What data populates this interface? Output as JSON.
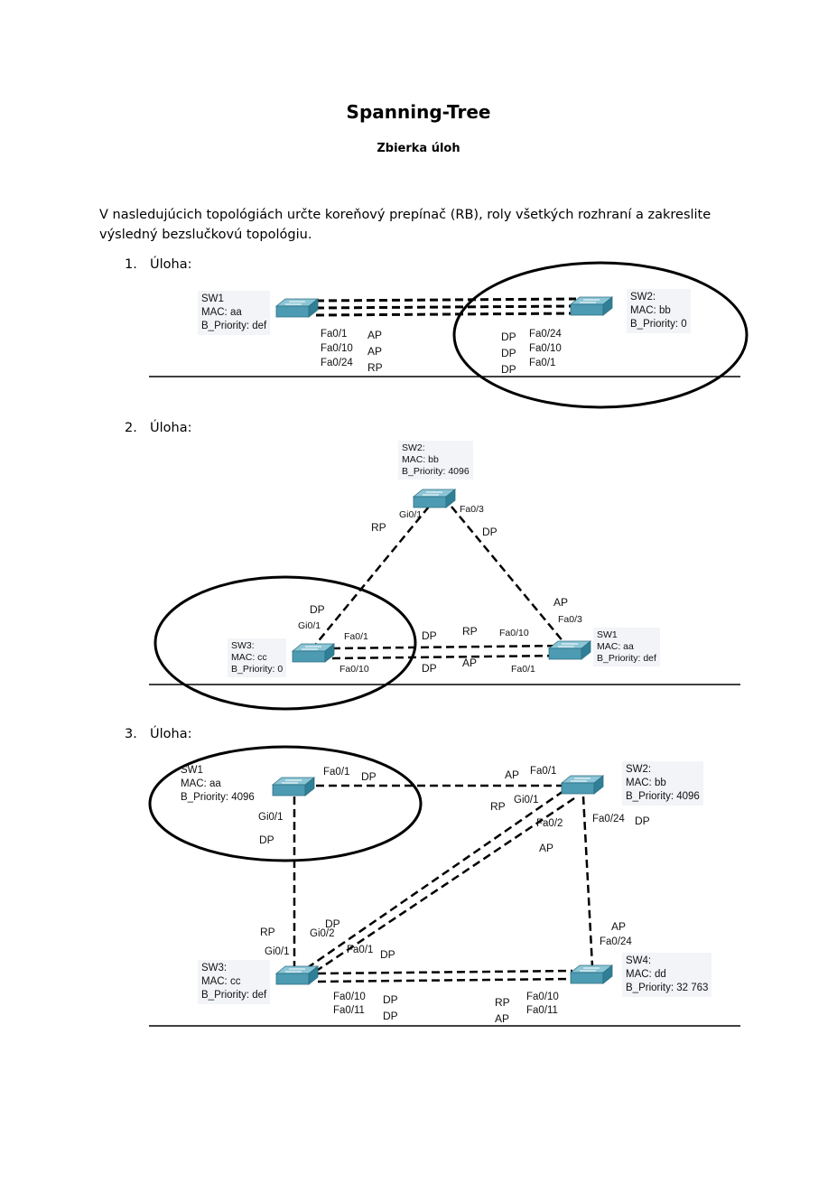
{
  "title": "Spanning-Tree",
  "subtitle": "Zbierka úloh",
  "intro": "V nasledujúcich topológiách určte koreňový prepínač (RB), roly všetkých rozhraní a zakreslite výsledný bezslučkovú topológiu.",
  "tasks": [
    {
      "number": "1.",
      "label": "Úloha:",
      "switches": {
        "sw1": {
          "name": "SW1",
          "mac": "MAC: aa",
          "priority": "B_Priority: def"
        },
        "sw2": {
          "name": "SW2:",
          "mac": "MAC: bb",
          "priority": "B_Priority: 0"
        }
      },
      "ports_left": [
        "Fa0/1",
        "Fa0/10",
        "Fa0/24"
      ],
      "roles_left": [
        "AP",
        "AP",
        "RP"
      ],
      "ports_right": [
        "Fa0/24",
        "Fa0/10",
        "Fa0/1"
      ],
      "roles_right": [
        "DP",
        "DP",
        "DP"
      ]
    },
    {
      "number": "2.",
      "label": "Úloha:",
      "switches": {
        "sw2": {
          "name": "SW2:",
          "mac": "MAC: bb",
          "priority": "B_Priority: 4096"
        },
        "sw3": {
          "name": "SW3:",
          "mac": "MAC: cc",
          "priority": "B_Priority: 0"
        },
        "sw1": {
          "name": "SW1",
          "mac": "MAC: aa",
          "priority": "B_Priority: def"
        }
      },
      "labels": {
        "sw2_gi01": "Gi0/1",
        "sw2_gi01_role": "RP",
        "sw2_fa03": "Fa0/3",
        "sw2_fa03_role": "DP",
        "sw3_gi01": "Gi0/1",
        "sw3_gi01_role": "DP",
        "sw3_fa01": "Fa0/1",
        "sw3_fa01_role": "DP",
        "sw3_fa010": "Fa0/10",
        "sw3_fa010_role": "DP",
        "sw1_fa03": "Fa0/3",
        "sw1_fa03_role": "AP",
        "sw1_fa010": "Fa0/10",
        "sw1_fa010_role": "RP",
        "sw1_fa01": "Fa0/1",
        "sw1_fa01_role": "AP"
      }
    },
    {
      "number": "3.",
      "label": "Úloha:",
      "switches": {
        "sw1": {
          "name": "SW1",
          "mac": "MAC: aa",
          "priority": "B_Priority: 4096"
        },
        "sw2": {
          "name": "SW2:",
          "mac": "MAC: bb",
          "priority": "B_Priority: 4096"
        },
        "sw3": {
          "name": "SW3:",
          "mac": "MAC: cc",
          "priority": "B_Priority: def"
        },
        "sw4": {
          "name": "SW4:",
          "mac": "MAC: dd",
          "priority": "B_Priority: 32 763"
        }
      },
      "labels": {
        "sw1_fa01": "Fa0/1",
        "sw1_fa01_role": "DP",
        "sw1_gi01": "Gi0/1",
        "sw1_gi01_role": "DP",
        "sw2_fa01": "Fa0/1",
        "sw2_fa01_role": "AP",
        "sw2_gi01": "Gi0/1",
        "sw2_gi01_role": "RP",
        "sw2_fa02": "Fa0/2",
        "sw2_fa02_role": "AP",
        "sw2_fa024": "Fa0/24",
        "sw2_fa024_role": "DP",
        "sw3_gi01": "Gi0/1",
        "sw3_gi01_role": "RP",
        "sw3_gi02": "Gi0/2",
        "sw3_gi02_role": "DP",
        "sw3_fa01": "Fa0/1",
        "sw3_fa01_role": "DP",
        "sw3_fa010": "Fa0/10",
        "sw3_fa010_role": "DP",
        "sw3_fa011": "Fa0/11",
        "sw3_fa011_role": "DP",
        "sw4_fa024": "Fa0/24",
        "sw4_fa024_role": "AP",
        "sw4_fa010": "Fa0/10",
        "sw4_fa010_role": "RP",
        "sw4_fa011": "Fa0/11",
        "sw4_fa011_role": "AP"
      }
    }
  ],
  "colors": {
    "switch_top": "#6fb3c6",
    "switch_side": "#3e8aa0",
    "infobox_bg": "#f2f4f7"
  },
  "icons": {
    "switch": "switch-icon"
  }
}
